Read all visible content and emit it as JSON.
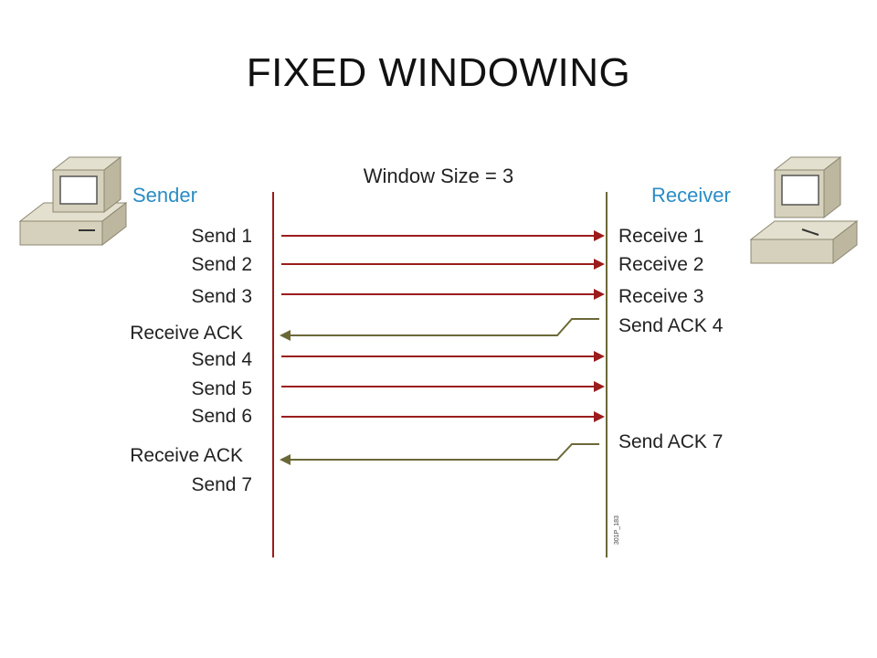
{
  "title": "FIXED WINDOWING",
  "window_size_label": "Window Size = 3",
  "sender": {
    "label": "Sender"
  },
  "receiver": {
    "label": "Receiver"
  },
  "figure_code": "301P_183",
  "colors": {
    "send_arrow": "#9b1c1c",
    "ack_arrow": "#6b6838",
    "sender_line": "#9b1c1c",
    "receiver_line": "#6b6838",
    "party_label": "#2b8cc4",
    "computer_body": "#d6d1bc"
  },
  "sender_labels": [
    "Send 1",
    "Send 2",
    "Send 3",
    "Receive ACK",
    "Send 4",
    "Send 5",
    "Send 6",
    "Receive ACK",
    "Send 7"
  ],
  "receiver_labels": [
    "Receive 1",
    "Receive 2",
    "Receive 3",
    "Send ACK 4",
    "Send ACK 7"
  ],
  "icons": {
    "sender_computer": "desktop-computer-icon",
    "receiver_computer": "desktop-computer-icon"
  }
}
